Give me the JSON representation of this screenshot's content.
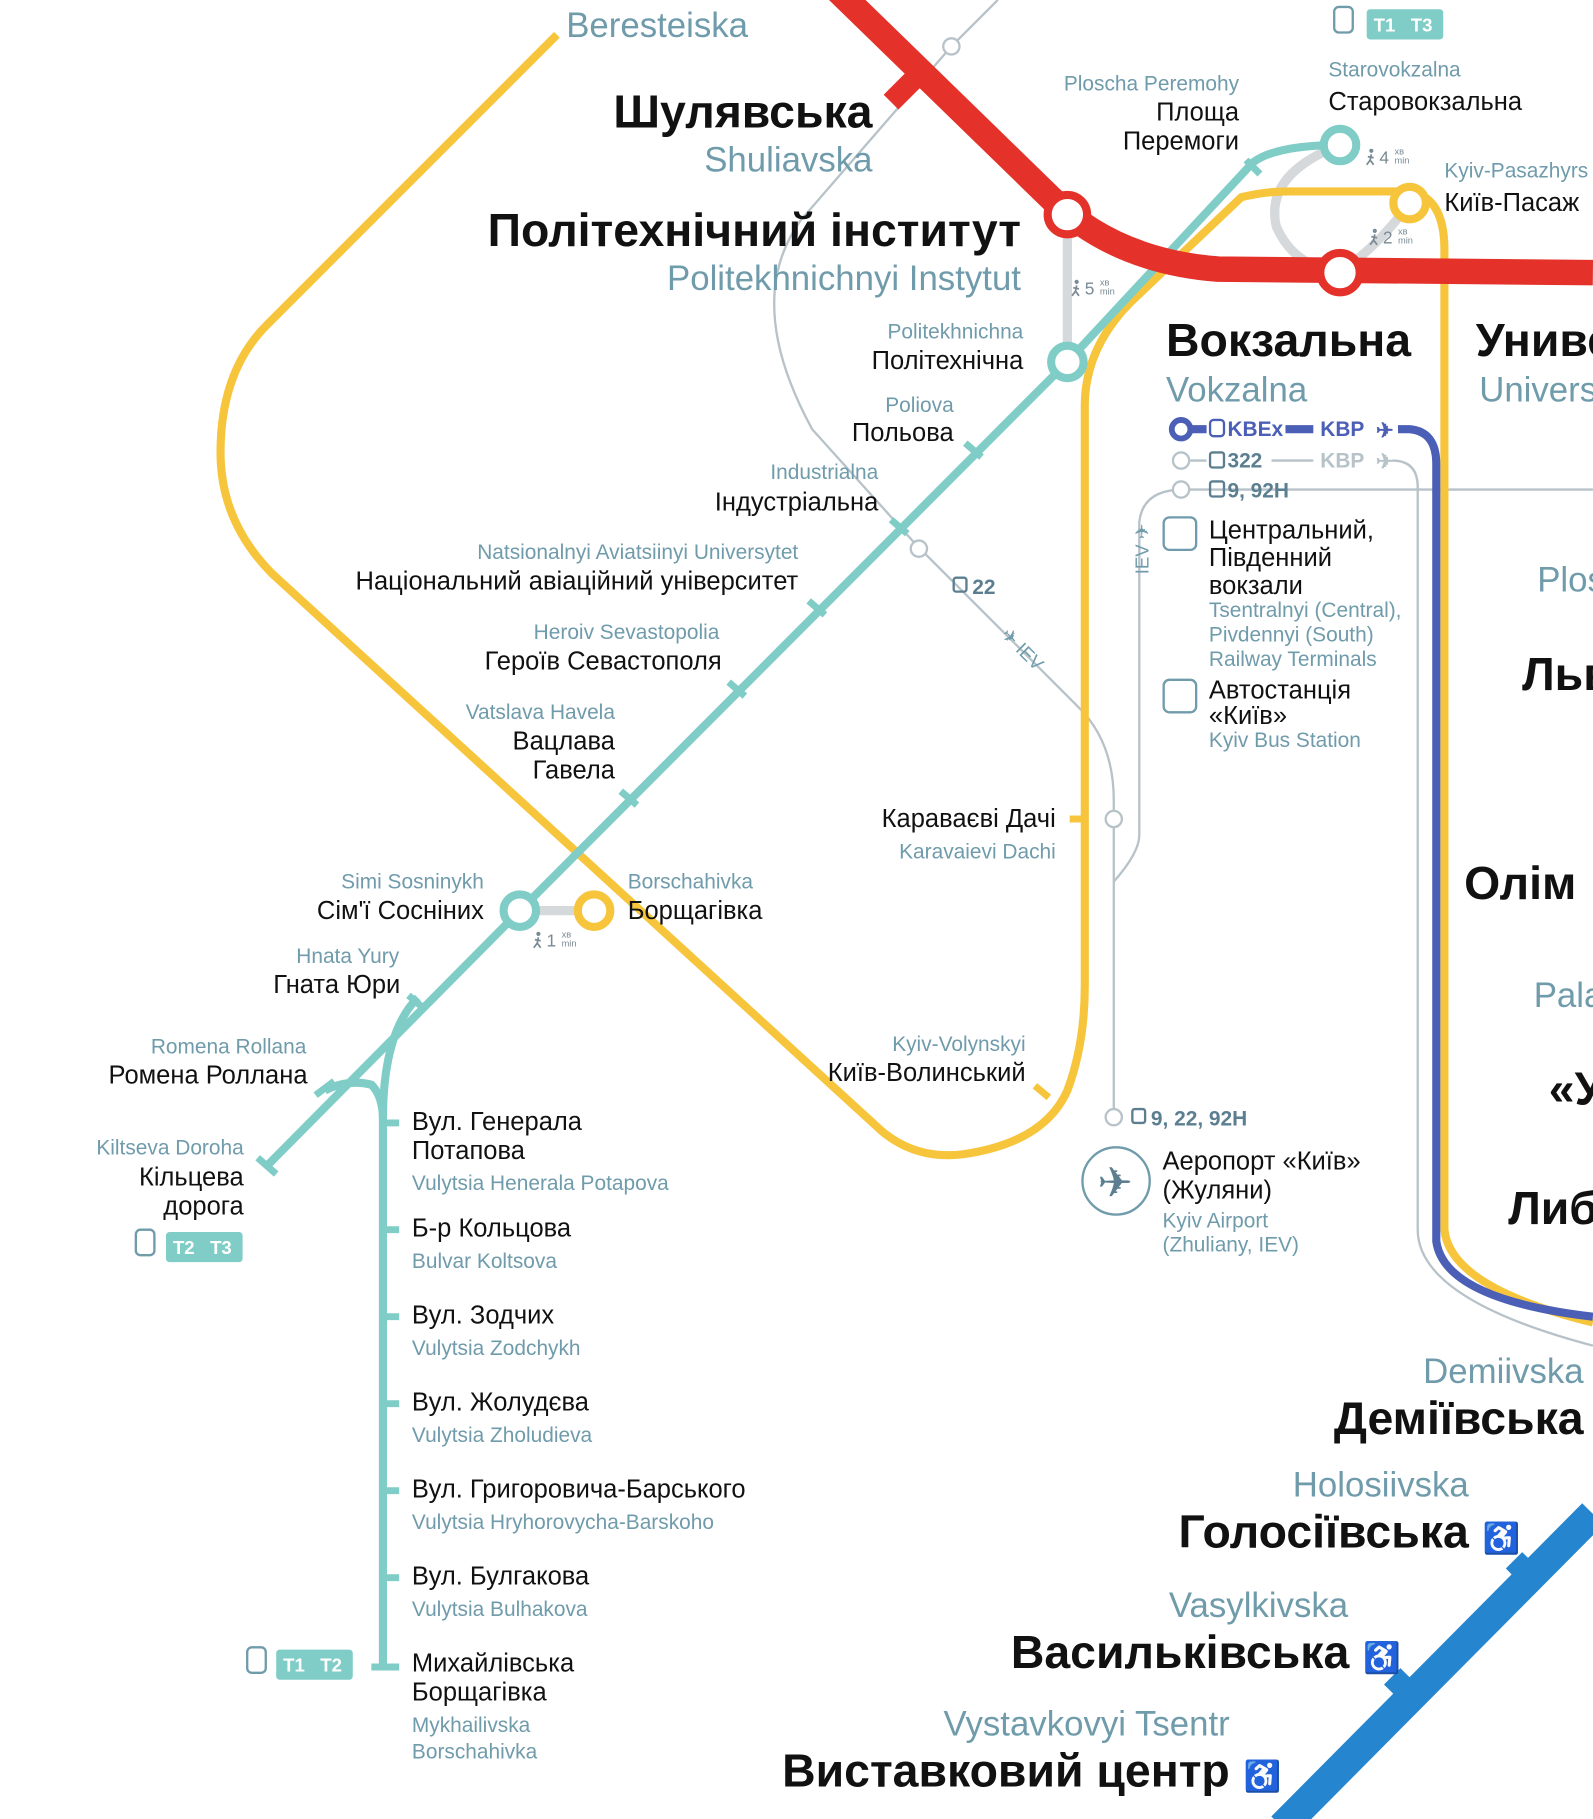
{
  "colors": {
    "red": "#e4322b",
    "teal": "#7fcdc6",
    "yellow": "#f7c53c",
    "blue": "#2585cf",
    "kbp": "#4a5fb5",
    "grey": "#b7c2c9"
  },
  "stations": [
    {
      "en": "Beresteiska"
    },
    {
      "ua": "Шулявська",
      "en": "Shuliavska"
    },
    {
      "ua": "Політехнічний інститут",
      "en": "Politekhnichnyi Instytut"
    },
    {
      "ua": [
        "Площа",
        "Перемоги"
      ],
      "en": "Ploscha Peremohy"
    },
    {
      "ua": "Старовокзальна",
      "en": "Starovokzalna"
    },
    {
      "ua": "Київ-Пасаж",
      "en": "Kyiv-Pasazhyrs"
    },
    {
      "ua": "Вокзальна",
      "en": "Vokzalna"
    },
    {
      "ua": "Униве",
      "en": "Univers"
    },
    {
      "ua": "Політехнічна",
      "en": "Politekhnichna"
    },
    {
      "ua": "Польова",
      "en": "Poliova"
    },
    {
      "ua": "Індустріальна",
      "en": "Industrialna"
    },
    {
      "ua": "Національний авіаційний університет",
      "en": "Natsionalnyi Aviatsiinyi Universytet"
    },
    {
      "ua": "Героїв Севастополя",
      "en": "Heroiv Sevastopolia"
    },
    {
      "ua": [
        "Вацлава",
        "Гавела"
      ],
      "en": "Vatslava Havela"
    },
    {
      "ua": "Сім'ї Сосніних",
      "en": "Simi Sosninykh"
    },
    {
      "ua": "Борщагівка",
      "en": "Borschahivka"
    },
    {
      "ua": "Гната Юри",
      "en": "Hnata Yury"
    },
    {
      "ua": "Ромена Роллана",
      "en": "Romena Rollana"
    },
    {
      "ua": [
        "Кільцева",
        "дорога"
      ],
      "en": "Kiltseva Doroha"
    },
    {
      "ua": [
        "Вул. Генерала",
        "Потапова"
      ],
      "en": "Vulytsia Henerala Potapova"
    },
    {
      "ua": "Б-р Кольцова",
      "en": "Bulvar Koltsova"
    },
    {
      "ua": "Вул. Зодчих",
      "en": "Vulytsia Zodchykh"
    },
    {
      "ua": "Вул. Жолудєва",
      "en": "Vulytsia Zholudieva"
    },
    {
      "ua": "Вул. Григоровича-Барського",
      "en": "Vulytsia Hryhorovycha-Barskoho"
    },
    {
      "ua": "Вул. Булгакова",
      "en": "Vulytsia Bulhakova"
    },
    {
      "ua": [
        "Михайлівська",
        "Борщагівка"
      ],
      "en": [
        "Mykhailivska",
        "Borschahivka"
      ]
    },
    {
      "ua": "Караваєві Дачі",
      "en": "Karavaievi Dachi"
    },
    {
      "ua": "Київ-Волинський",
      "en": "Kyiv-Volynskyi"
    },
    {
      "ua": "Деміївська",
      "en": "Demiivska"
    },
    {
      "ua": "Голосіївська",
      "en": "Holosiivska"
    },
    {
      "ua": "Васильківська",
      "en": "Vasylkivska"
    },
    {
      "ua": "Виставковий центр",
      "en": "Vystavkovyi Tsentr"
    }
  ],
  "cut_labels": [
    "Plos",
    "Льв",
    "Олім",
    "Pala",
    "«У",
    "Либ"
  ],
  "walks": [
    {
      "min": "5"
    },
    {
      "min": "4"
    },
    {
      "min": "2"
    },
    {
      "min": "1"
    }
  ],
  "walk_unit": {
    "ua": "хв",
    "en": "min"
  },
  "transport": {
    "kbex": "KBEx",
    "kbp": "KBP",
    "bus322": "322",
    "kbp2": "KBP",
    "troll1": "9, 92H",
    "troll22": "22",
    "iev1": "IEV",
    "iev2": "IEV",
    "airport_routes": "9, 22, 92H"
  },
  "terminals": {
    "rail": {
      "ua": [
        "Центральний,",
        "Південний",
        "вокзали"
      ],
      "en": [
        "Tsentralnyi (Central),",
        "Pivdennyi (South)",
        "Railway Terminals"
      ]
    },
    "bus": {
      "ua": [
        "Автостанція",
        "«Київ»"
      ],
      "en": "Kyiv Bus Station"
    },
    "airport": {
      "ua": [
        "Аеропорт «Київ»",
        "(Жуляни)"
      ],
      "en": [
        "Kyiv Airport",
        "(Zhuliany, IEV)"
      ]
    }
  },
  "tram_badges": [
    [
      "T1",
      "T3"
    ],
    [
      "T2",
      "T3"
    ],
    [
      "T1",
      "T2"
    ]
  ]
}
